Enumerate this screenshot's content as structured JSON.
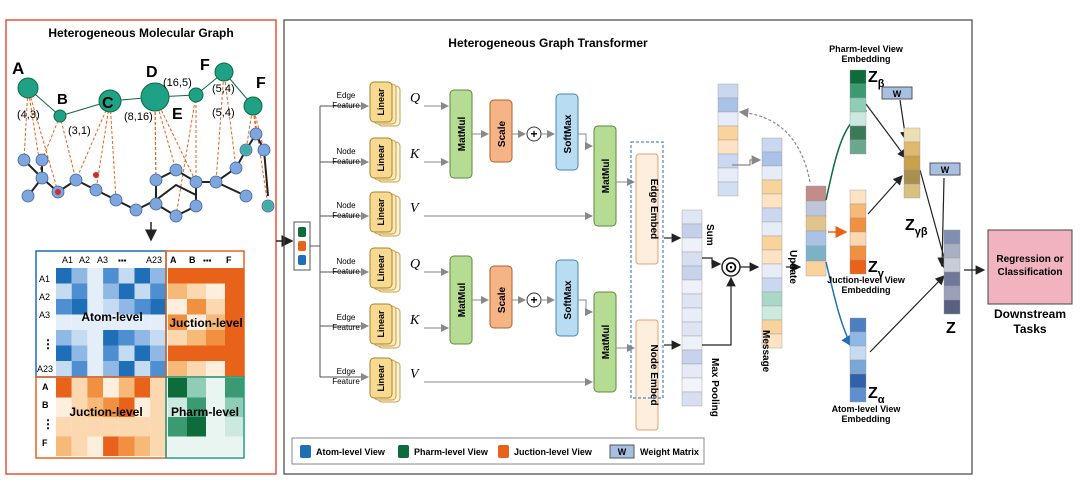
{
  "left_panel": {
    "title": "Heterogeneous Molecular Graph",
    "nodes": {
      "A": "A",
      "B": "B",
      "C": "C",
      "D": "D",
      "E": "E",
      "F1": "F",
      "F2": "F"
    },
    "edge_labels": [
      "(4,3)",
      "(3,1)",
      "(8,16)",
      "(16,5)",
      "(5,4)",
      "(5,4)"
    ],
    "matrix": {
      "col_headers": [
        "A1",
        "A2",
        "A3",
        "▪▪▪",
        "A23"
      ],
      "col_headers_right": [
        "A",
        "B",
        "▪▪▪",
        "F"
      ],
      "row_headers": [
        "A1",
        "A2",
        "A3",
        "⋮",
        "A23"
      ],
      "row_headers_bottom": [
        "A",
        "B",
        "⋮",
        "F"
      ],
      "atom_label": "Atom-level",
      "junction_top_label": "Juction-level",
      "junction_bottom_label": "Juction-level",
      "pharm_label": "Pharm-level"
    }
  },
  "transformer": {
    "title": "Heterogeneous Graph Transformer",
    "top_branch": {
      "inputs": [
        "Edge Feature",
        "Node Feature",
        "Node Feature"
      ],
      "symbols": [
        "Q",
        "K",
        "V"
      ],
      "linear": "Linear",
      "matmul1": "MatMul",
      "scale": "Scale",
      "plus": "+",
      "softmax": "SoftMax",
      "matmul2": "MatMul",
      "embed": "Edge Embed"
    },
    "bottom_branch": {
      "inputs": [
        "Node Feature",
        "Edge Feature",
        "Edge Feature"
      ],
      "symbols": [
        "Q",
        "K",
        "V"
      ],
      "linear": "Linear",
      "matmul1": "MatMul",
      "scale": "Scale",
      "plus": "+",
      "softmax": "SoftMax",
      "matmul2": "MatMul",
      "embed": "Node Embed"
    },
    "sum_label": "Sum",
    "max_pooling_label": "Max Pooling",
    "dot_symbol": "⊙",
    "message_label": "Message",
    "update_label": "Update"
  },
  "right_side": {
    "pharm_view_label": "Pharm-level View Embedding",
    "junction_view_label": "Juction-level View Embedding",
    "atom_view_label": "Atom-level View Embedding",
    "z_beta": "Z",
    "z_beta_sub": "β",
    "z_gamma": "Z",
    "z_gamma_sub": "γ",
    "z_alpha": "Z",
    "z_alpha_sub": "α",
    "z_gamma_beta": "Z",
    "z_gamma_beta_sub": "γβ",
    "z_final": "Z",
    "w_label": "W",
    "downstream_box": "Regression or Classification",
    "downstream_label": "Downstream Tasks"
  },
  "legend": [
    {
      "label": "Atom-level View",
      "color": "#1f6fb8"
    },
    {
      "label": "Pharm-level View",
      "color": "#0e6b3a"
    },
    {
      "label": "Juction-level View",
      "color": "#e8621a"
    },
    {
      "label": "Weight Matrix",
      "color": "#a8c0e0",
      "symbol": "W"
    }
  ],
  "colors": {
    "node_green": "#1fa185",
    "atom_blue": "#7fa6dc",
    "linear_fill": "#f7d98f",
    "matmul_fill": "#b6dc94",
    "scale_fill": "#f4b486",
    "softmax_fill": "#b8dcf2",
    "downstream_fill": "#f2b3c0"
  }
}
